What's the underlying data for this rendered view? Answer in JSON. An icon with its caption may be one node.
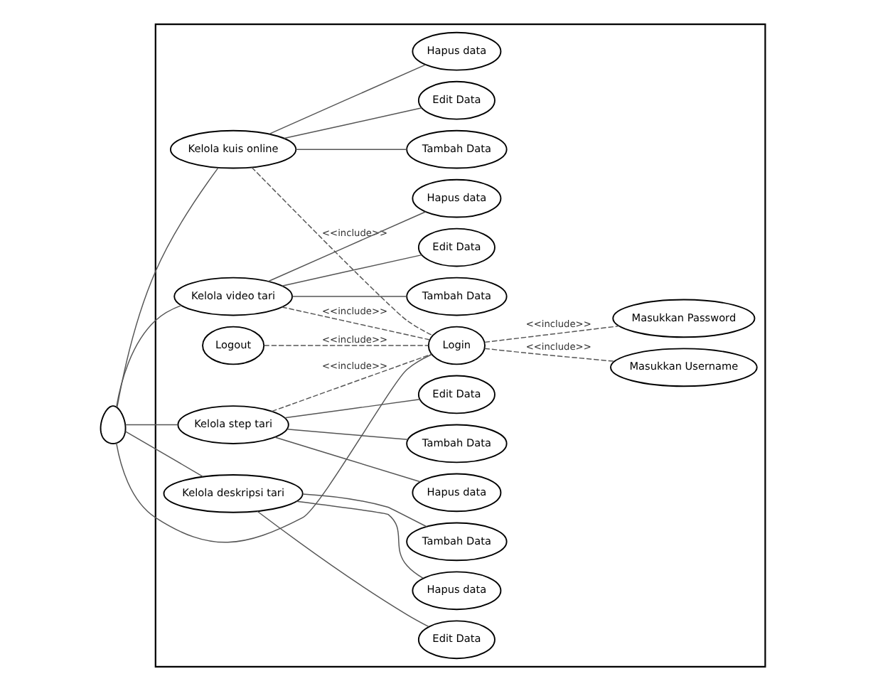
{
  "diagram": {
    "nodes": [
      {
        "text": [],
        "shape": "box"
      },
      {
        "text": [],
        "shape": "person"
      },
      {
        "text": [
          "Kelola kuis online"
        ],
        "in": 0
      },
      {
        "text": [
          "Tambah Data"
        ],
        "in": 0
      },
      {
        "text": [
          "Edit Data"
        ],
        "in": 0
      },
      {
        "text": [
          "Hapus data"
        ],
        "in": 0
      },
      {
        "text": [
          "Kelola video tari"
        ],
        "in": 0
      },
      {
        "text": [
          "Tambah Data"
        ],
        "in": 0
      },
      {
        "text": [
          "Edit Data"
        ],
        "in": 0
      },
      {
        "text": [
          "Hapus data"
        ],
        "in": 0
      },
      {
        "text": [
          "Kelola step tari"
        ],
        "in": 0
      },
      {
        "text": [
          "Tambah Data"
        ],
        "in": 0
      },
      {
        "text": [
          "Edit Data"
        ],
        "in": 0
      },
      {
        "text": [
          "Hapus data"
        ],
        "in": 0
      },
      {
        "text": [
          "Kelola deskripsi tari"
        ],
        "in": 0
      },
      {
        "text": [
          "Tambah Data"
        ],
        "in": 0
      },
      {
        "text": [
          "Edit Data"
        ],
        "in": 0
      },
      {
        "text": [
          "Hapus data"
        ],
        "in": 0
      },
      {
        "text": [
          "Login"
        ],
        "in": 0
      },
      {
        "text": [
          "Masukkan Username"
        ],
        "in": 0
      },
      {
        "text": [
          "Masukkan Password"
        ],
        "in": 0
      },
      {
        "text": [
          "Logout"
        ],
        "in": 0
      }
    ],
    "edges": [
      {
        "from": 1,
        "to": 18,
        "arrow": "none"
      },
      {
        "from": 1,
        "to": 2,
        "arrow": "none"
      },
      {
        "from": 1,
        "to": 6,
        "arrow": "none"
      },
      {
        "from": 1,
        "to": 10,
        "arrow": "none"
      },
      {
        "from": 1,
        "to": 14,
        "arrow": "none"
      },
      {
        "from": 2,
        "to": 3,
        "arrow": "none"
      },
      {
        "from": 2,
        "to": 4,
        "arrow": "none"
      },
      {
        "from": 2,
        "to": 5,
        "arrow": "none"
      },
      {
        "from": 6,
        "to": 7,
        "arrow": "none"
      },
      {
        "from": 6,
        "to": 8,
        "arrow": "none"
      },
      {
        "from": 6,
        "to": 9,
        "arrow": "none"
      },
      {
        "from": 10,
        "to": 11,
        "arrow": "none"
      },
      {
        "from": 10,
        "to": 12,
        "arrow": "none"
      },
      {
        "from": 10,
        "to": 13,
        "arrow": "none"
      },
      {
        "from": 14,
        "to": 15,
        "arrow": "none"
      },
      {
        "from": 14,
        "to": 16,
        "arrow": "none"
      },
      {
        "from": 14,
        "to": 17,
        "arrow": "none"
      },
      {
        "from": 2,
        "to": 18,
        "arrow": "none",
        "style": "dashed",
        "label": "<<include>>"
      },
      {
        "from": 6,
        "to": 18,
        "arrow": "none",
        "style": "dashed",
        "label": "<<include>>"
      },
      {
        "from": 10,
        "to": 18,
        "arrow": "none",
        "style": "dashed",
        "label": "<<include>>"
      },
      {
        "from": 18,
        "to": 19,
        "arrow": "none",
        "style": "dashed",
        "label": "<<include>>"
      },
      {
        "from": 18,
        "to": 20,
        "arrow": "none",
        "style": "dashed",
        "label": "<<include>>"
      },
      {
        "from": 21,
        "to": 18,
        "arrow": "none",
        "style": "dashed",
        "label": "<<include>>"
      }
    ]
  }
}
